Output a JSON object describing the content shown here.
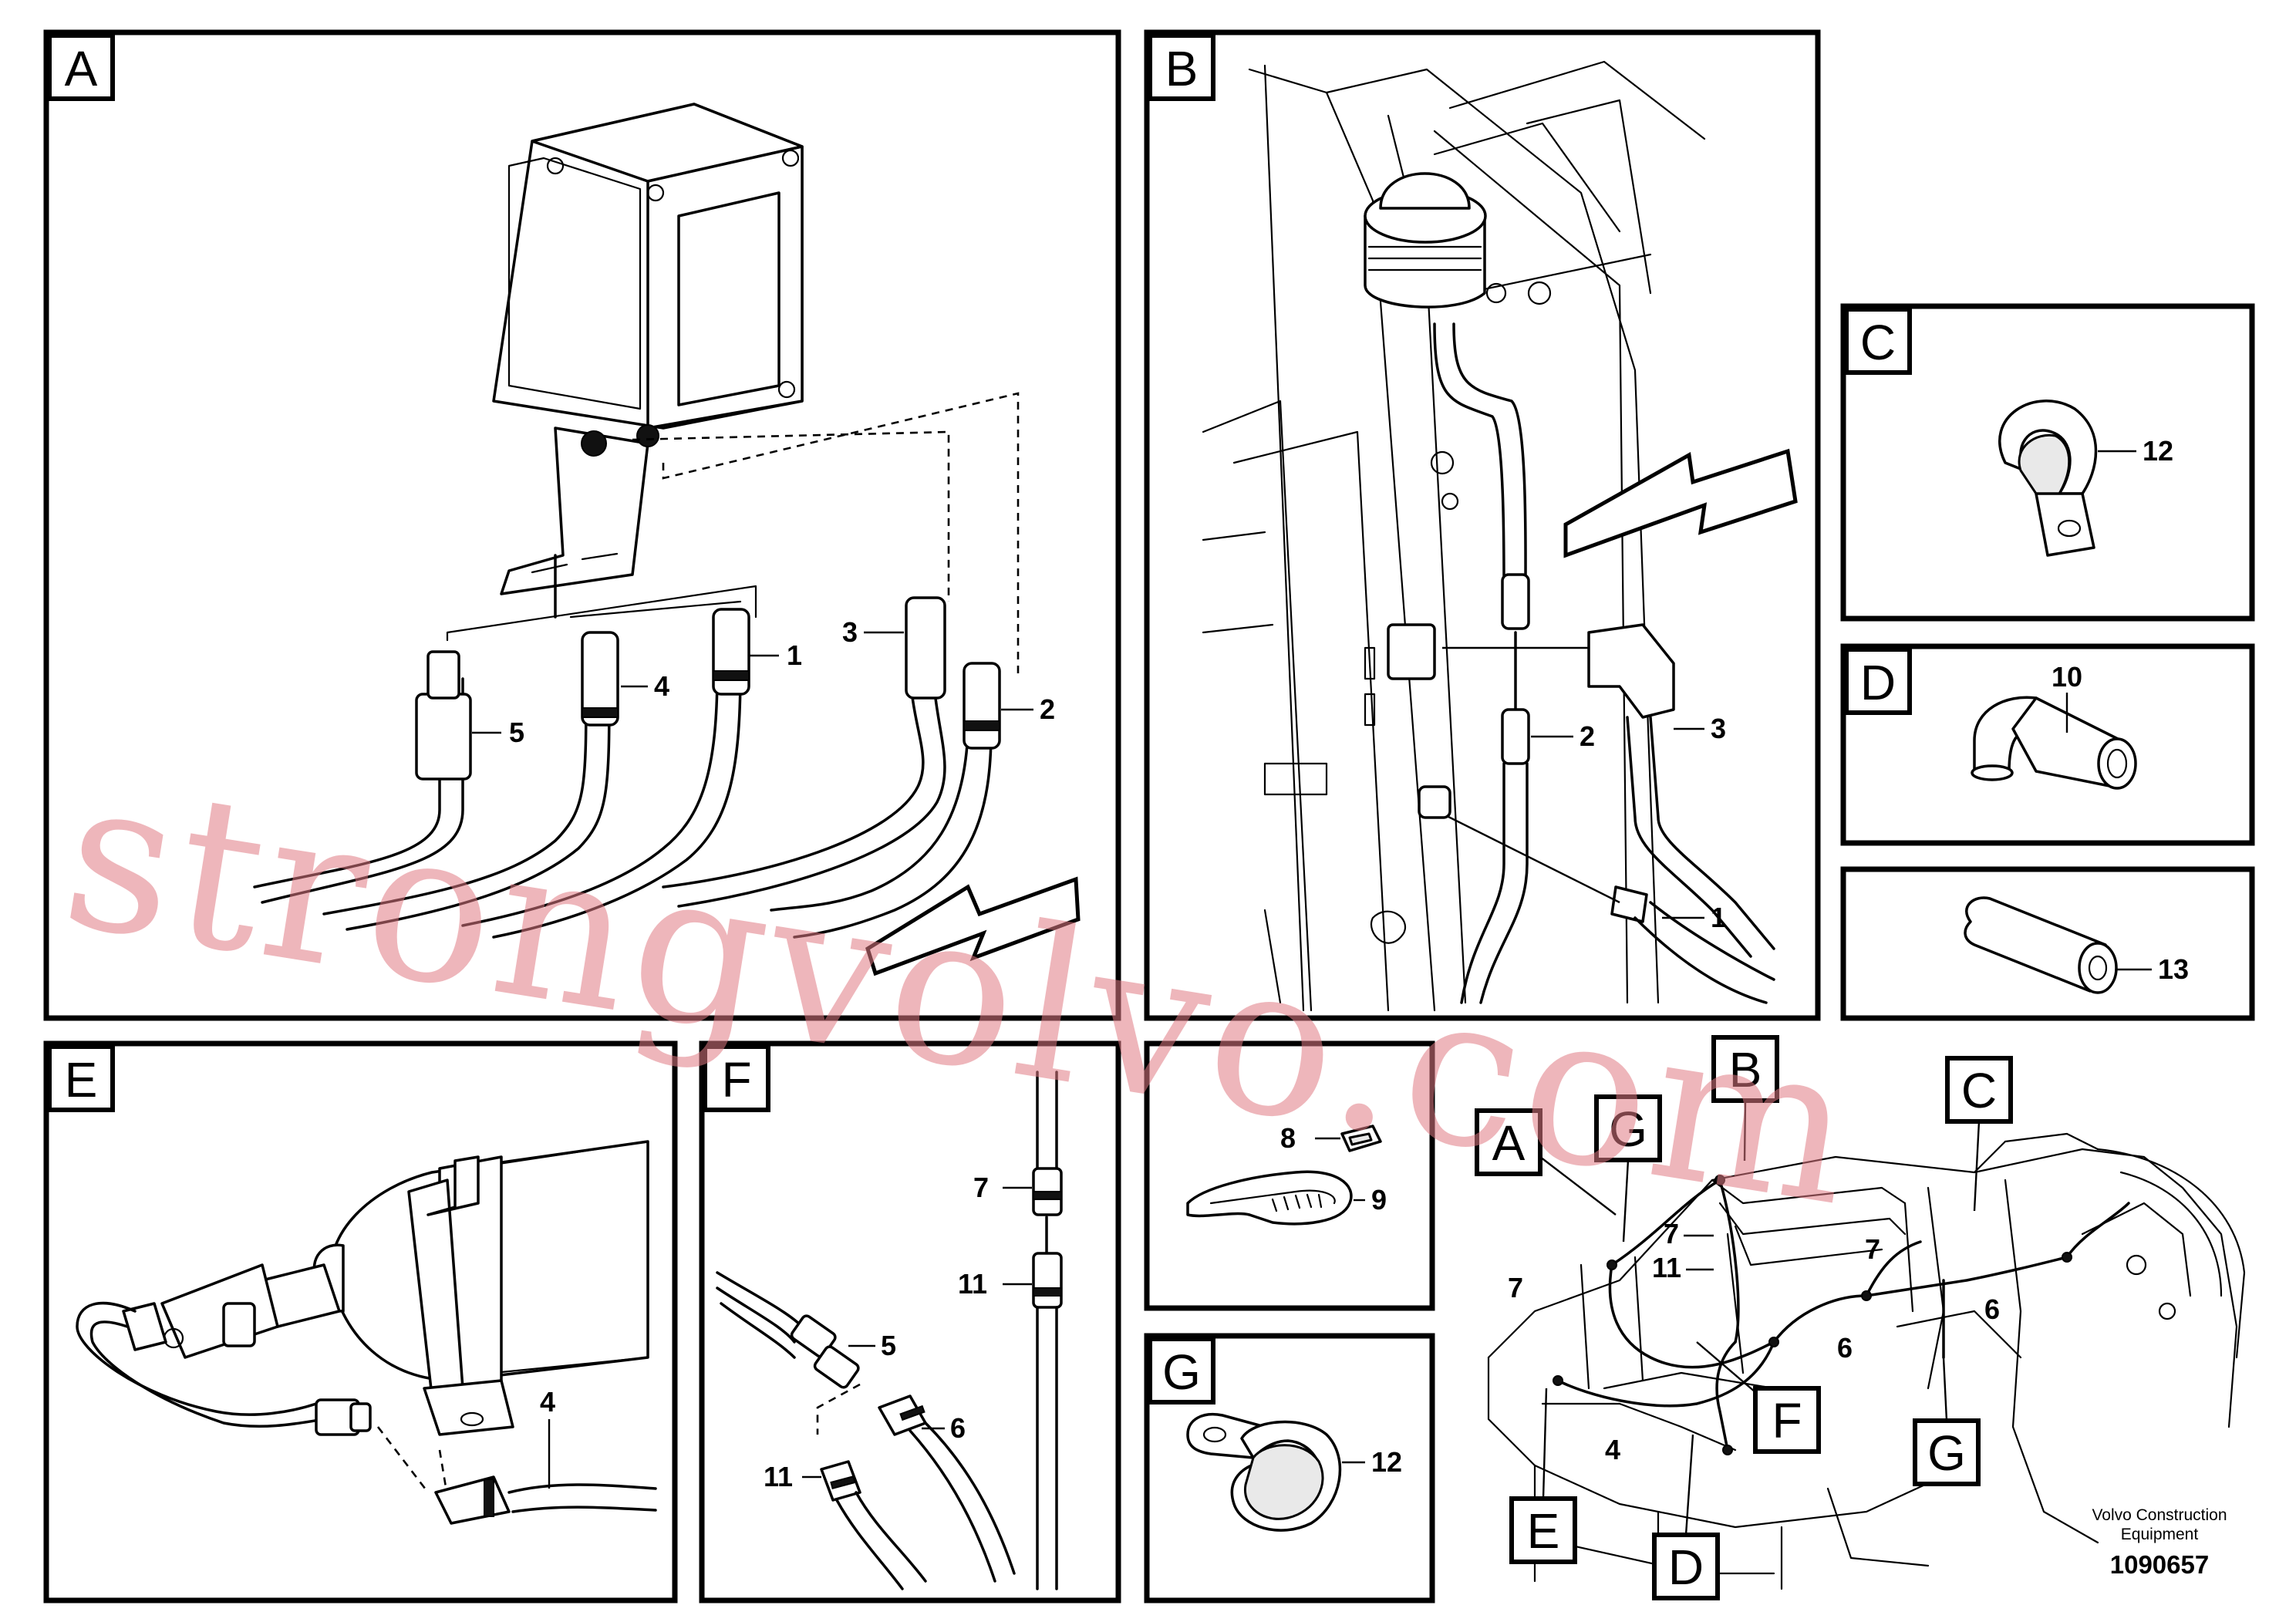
{
  "panels": {
    "A": {
      "tag": "A",
      "callouts": [
        "1",
        "2",
        "3",
        "4",
        "5"
      ]
    },
    "B": {
      "tag": "B",
      "callouts": [
        "1",
        "2",
        "3"
      ]
    },
    "C": {
      "tag": "C",
      "callouts": [
        "12"
      ]
    },
    "D": {
      "tag": "D",
      "callouts": [
        "10"
      ]
    },
    "E": {
      "tag": "E",
      "callouts": [
        "4"
      ]
    },
    "F": {
      "tag": "F",
      "callouts": [
        "5",
        "6",
        "7",
        "11",
        "11"
      ]
    },
    "H": {
      "callouts": [
        "8",
        "9"
      ]
    },
    "G": {
      "tag": "G",
      "callouts": [
        "12"
      ]
    }
  },
  "overview": {
    "view_tags": [
      "A",
      "G",
      "B",
      "C",
      "F",
      "G",
      "E",
      "D"
    ],
    "callouts": [
      "7",
      "11",
      "7",
      "7",
      "6",
      "6",
      "4"
    ]
  },
  "watermark": "strongvolvo.com",
  "footer": {
    "brand_line1": "Volvo Construction",
    "brand_line2": "Equipment",
    "doc_number": "1090657"
  }
}
